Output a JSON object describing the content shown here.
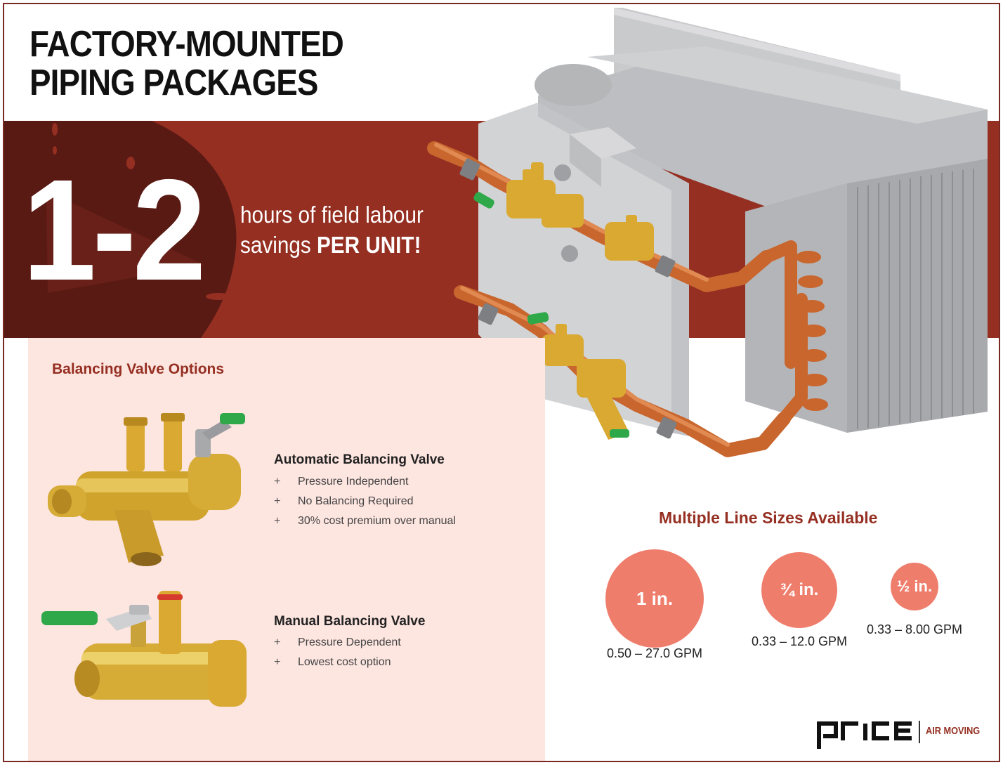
{
  "header": {
    "title_line1": "FACTORY-MOUNTED",
    "title_line2": "PIPING PACKAGES"
  },
  "banner": {
    "big_number": "1-2",
    "savings_line1": "hours of field labour",
    "savings_line2_prefix": "savings ",
    "savings_line2_bold": "PER UNIT!"
  },
  "balancing": {
    "heading": "Balancing Valve Options",
    "valves": [
      {
        "title": "Automatic Balancing Valve",
        "bullet_symbol": "+",
        "features": [
          "Pressure Independent",
          "No Balancing Required",
          "30% cost premium over manual"
        ]
      },
      {
        "title": "Manual Balancing Valve",
        "bullet_symbol": "+",
        "features": [
          "Pressure Dependent",
          "Lowest cost option"
        ]
      }
    ]
  },
  "line_sizes": {
    "heading": "Multiple Line Sizes Available",
    "sizes": [
      {
        "label": "1 in.",
        "range": "0.50 – 27.0 GPM"
      },
      {
        "label": "¾ in.",
        "range": "0.33 – 12.0 GPM"
      },
      {
        "label": "½ in.",
        "range": "0.33 – 8.00 GPM"
      }
    ]
  },
  "brand": {
    "logo_text": "price",
    "division": "AIR MOVING"
  },
  "colors": {
    "brand_red": "#952f22",
    "dark_red": "#5a1a14",
    "circle_coral": "#ef7d6c",
    "panel_pink": "#fde5e0",
    "copper": "#c8662e",
    "brass": "#d9a932",
    "valve_handle_green": "#2fa84a"
  }
}
